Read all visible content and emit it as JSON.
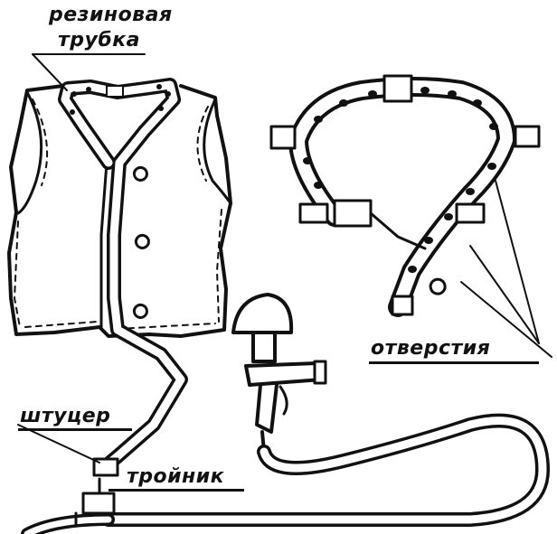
{
  "labels": {
    "rubber_tube_line1": "резиновая",
    "rubber_tube_line2": "трубка",
    "fitting": "штуцер",
    "tee": "тройник",
    "holes": "отверстия"
  },
  "colors": {
    "ink": "#111111",
    "paper": "#ffffff"
  }
}
